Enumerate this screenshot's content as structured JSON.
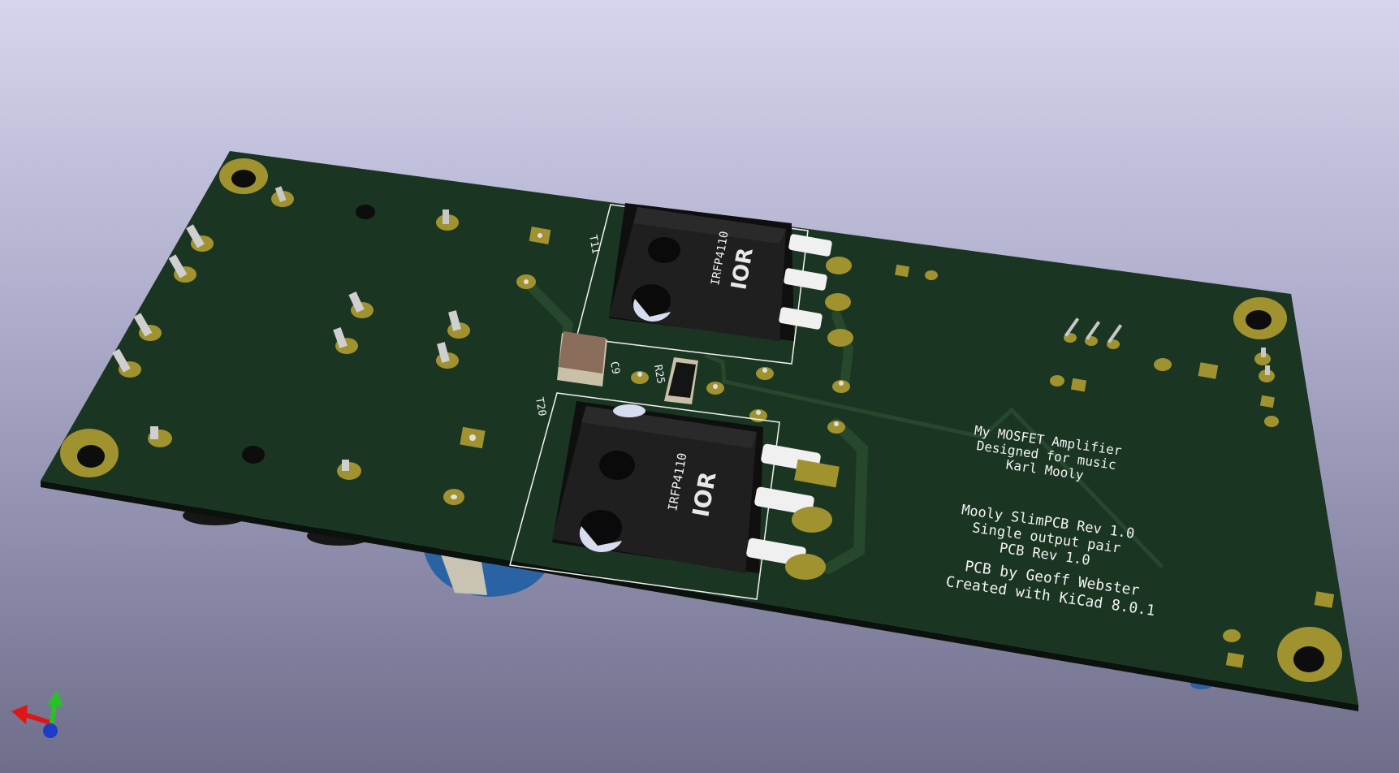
{
  "colors": {
    "board": "#1b3523",
    "board_edge": "#0b110c",
    "copper": "#a0922e",
    "copper_light": "#c7b53c",
    "silkscreen": "#f2f2f2",
    "mosfet": "#1c1c1c"
  },
  "components": [
    {
      "ref": "T11",
      "part": "IRFP4110",
      "logo": "IOR"
    },
    {
      "ref": "T20",
      "part": "IRFP4110",
      "logo": "IOR"
    },
    {
      "ref": "C9"
    },
    {
      "ref": "R25"
    }
  ],
  "silkscreen_text": {
    "line1": "My MOSFET Amplifier",
    "line2": "Designed for music",
    "line3": "Karl Mooly",
    "line4": "Mooly SlimPCB Rev 1.0",
    "line5": "Single output pair",
    "line6": "PCB Rev 1.0",
    "line7": "PCB by Geoff Webster",
    "line8": "Created with KiCad 8.0.1"
  },
  "axis_icons": [
    "x-axis-arrow-icon",
    "y-axis-arrow-icon",
    "z-axis-arrow-icon"
  ]
}
